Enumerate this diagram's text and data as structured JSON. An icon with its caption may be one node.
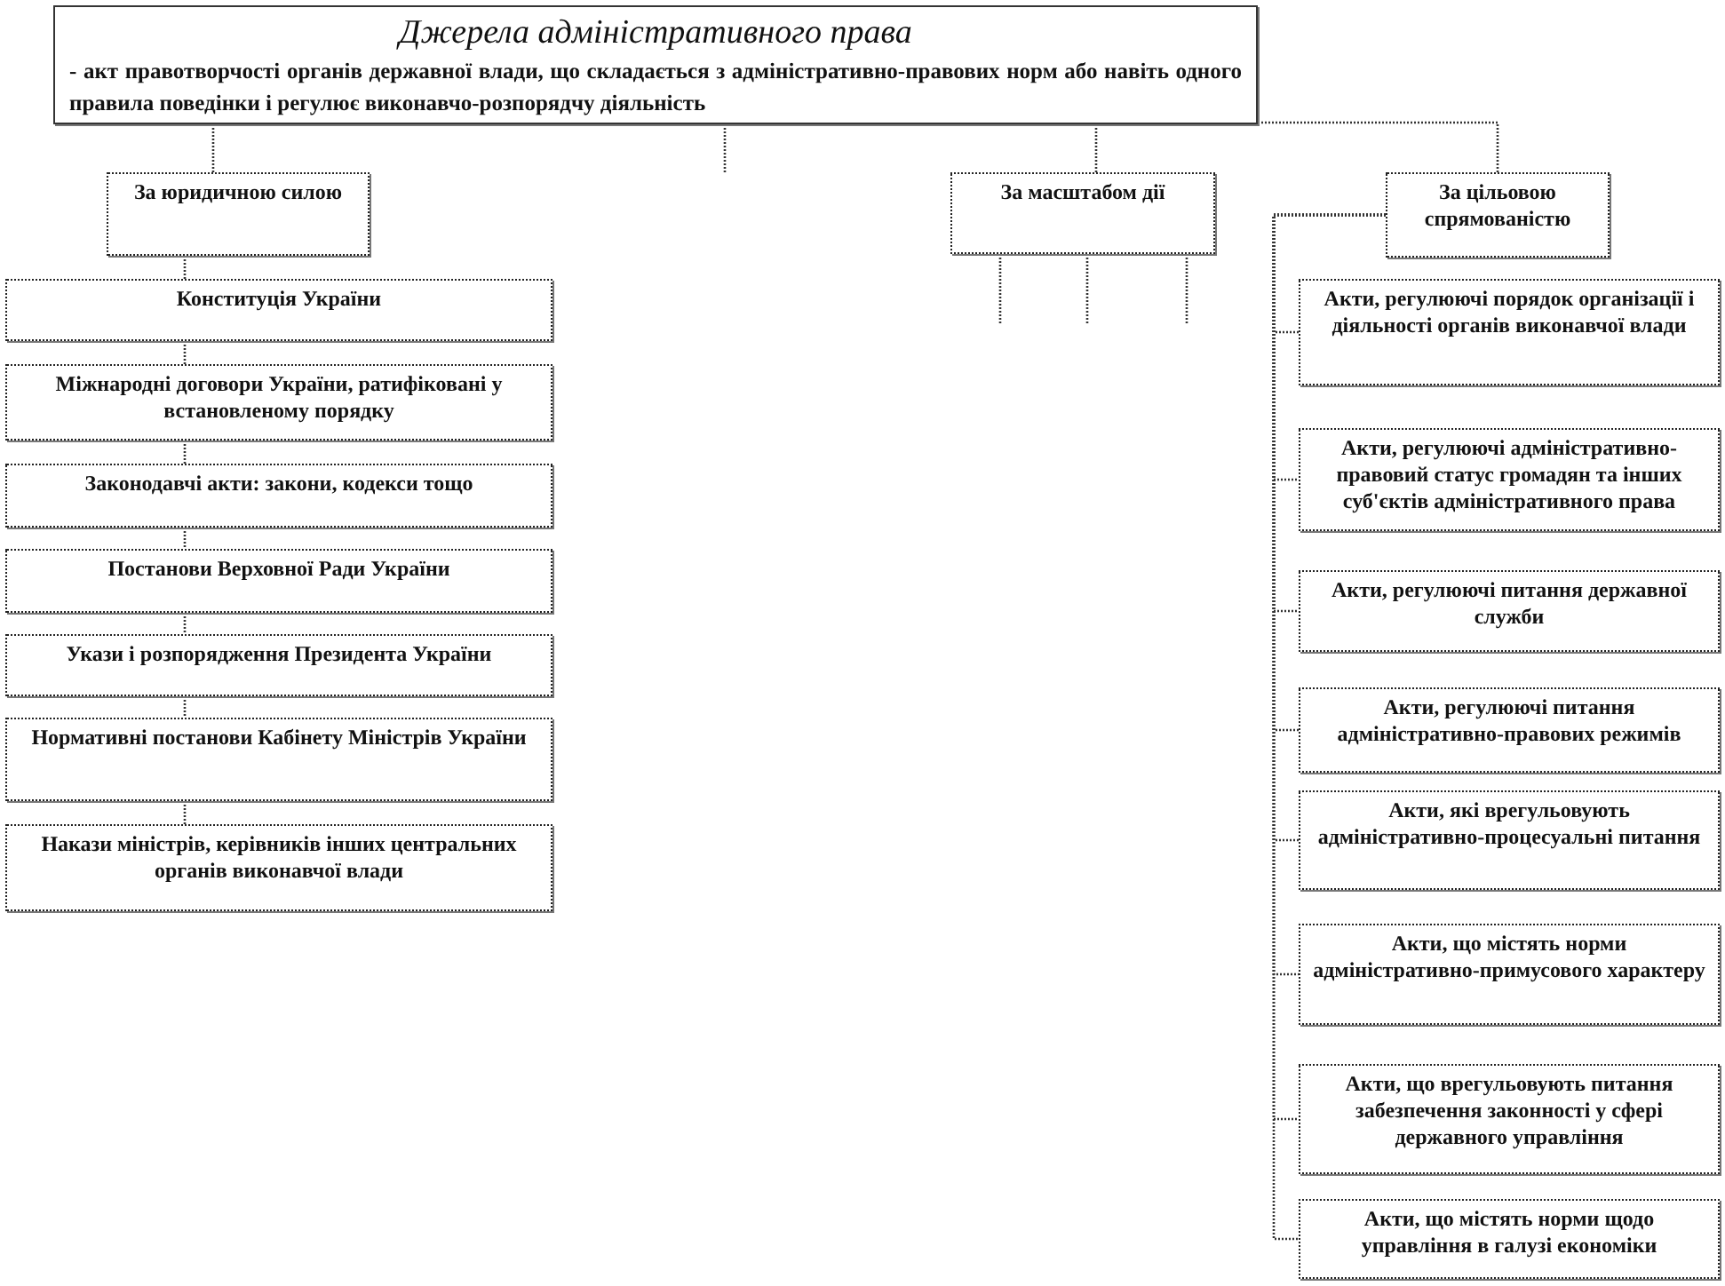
{
  "diagram": {
    "nodes": [
      {
        "text": [
          "Джерела адміністративного права",
          "- акт правотворчості органів державної влади, що складається з адміністративно-правових норм або навіть одного правила поведінки і регулює виконавчо-розпорядчу діяльність"
        ]
      },
      {
        "text": [
          "За юридичною силою"
        ]
      },
      {
        "text": [
          "За масштабом дії"
        ]
      },
      {
        "text": [
          "За цільовою спрямованістю"
        ]
      },
      {
        "text": [
          "Конституція України"
        ]
      },
      {
        "text": [
          "Міжнародні договори України, ратифіковані у встановленому порядку"
        ]
      },
      {
        "text": [
          "Законодавчі акти: закони, кодекси тощо"
        ]
      },
      {
        "text": [
          "Постанови Верховної Ради України"
        ]
      },
      {
        "text": [
          "Укази і розпорядження Президента України"
        ]
      },
      {
        "text": [
          "Нормативні постанови Кабінету Міністрів України"
        ]
      },
      {
        "text": [
          "Накази міністрів, керівників інших центральних органів виконавчої влади"
        ]
      },
      {
        "text": [
          "Акти, регулюючі порядок організації і діяльності органів виконавчої влади"
        ]
      },
      {
        "text": [
          "Акти, регулюючі адміністративно-правовий статус громадян та інших суб'єктів адміністративного права"
        ]
      },
      {
        "text": [
          "Акти, регулюючі питання державної служби"
        ]
      },
      {
        "text": [
          "Акти, регулюючі питання адміністративно-правових режимів"
        ]
      },
      {
        "text": [
          "Акти, які врегульовують адміністративно-процесуальні питання"
        ]
      },
      {
        "text": [
          "Акти, що містять норми адміністративно-примусового характеру"
        ]
      },
      {
        "text": [
          "Акти, що врегульовують питання забезпечення законності у сфері державного управління"
        ]
      },
      {
        "text": [
          "Акти, що містять норми щодо управління в галузі економіки"
        ]
      }
    ],
    "edges": [
      {
        "from": 0,
        "to": 1,
        "arrow": "none"
      },
      {
        "from": 0,
        "to": null,
        "arrow": "none"
      },
      {
        "from": 0,
        "to": 2,
        "arrow": "none"
      },
      {
        "from": 0,
        "to": 3,
        "arrow": "none"
      },
      {
        "from": 2,
        "to": null,
        "arrow": "none"
      },
      {
        "from": 2,
        "to": null,
        "arrow": "none"
      },
      {
        "from": 2,
        "to": null,
        "arrow": "none"
      },
      {
        "from": 1,
        "to": 4,
        "arrow": "none"
      },
      {
        "from": 4,
        "to": 5,
        "arrow": "none"
      },
      {
        "from": 5,
        "to": 6,
        "arrow": "none"
      },
      {
        "from": 6,
        "to": 7,
        "arrow": "none"
      },
      {
        "from": 7,
        "to": 8,
        "arrow": "none"
      },
      {
        "from": 8,
        "to": 9,
        "arrow": "none"
      },
      {
        "from": 9,
        "to": 10,
        "arrow": "none"
      },
      {
        "from": 3,
        "to": 11,
        "arrow": "none"
      },
      {
        "from": 3,
        "to": 12,
        "arrow": "none"
      },
      {
        "from": 3,
        "to": 13,
        "arrow": "none"
      },
      {
        "from": 3,
        "to": 14,
        "arrow": "none"
      },
      {
        "from": 3,
        "to": 15,
        "arrow": "none"
      },
      {
        "from": 3,
        "to": 16,
        "arrow": "none"
      },
      {
        "from": 3,
        "to": 17,
        "arrow": "none"
      },
      {
        "from": 3,
        "to": 18,
        "arrow": "none"
      }
    ]
  }
}
